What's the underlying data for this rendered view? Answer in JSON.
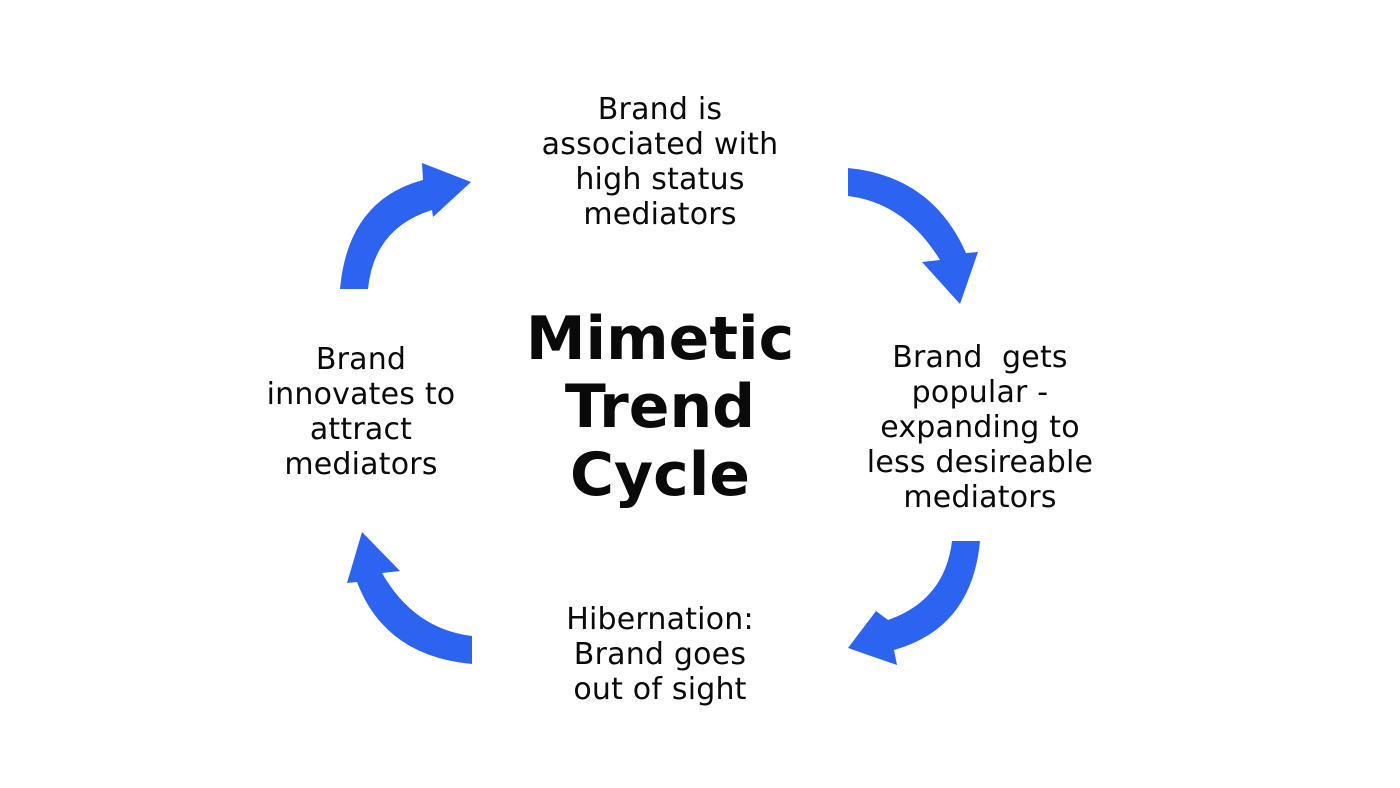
{
  "diagram": {
    "title_lines": [
      "Mimetic",
      "Trend",
      "Cycle"
    ],
    "stages": {
      "top": [
        "Brand is",
        "associated with",
        "high status",
        "mediators"
      ],
      "right": [
        "Brand  gets",
        "popular -",
        "expanding to",
        "less desireable",
        "mediators"
      ],
      "bottom": [
        "Hibernation:",
        "Brand goes",
        "out of sight"
      ],
      "left": [
        "Brand",
        "innovates to",
        "attract",
        "mediators"
      ]
    },
    "arrow_color": "#2d63f1",
    "arrow_direction": "clockwise"
  }
}
